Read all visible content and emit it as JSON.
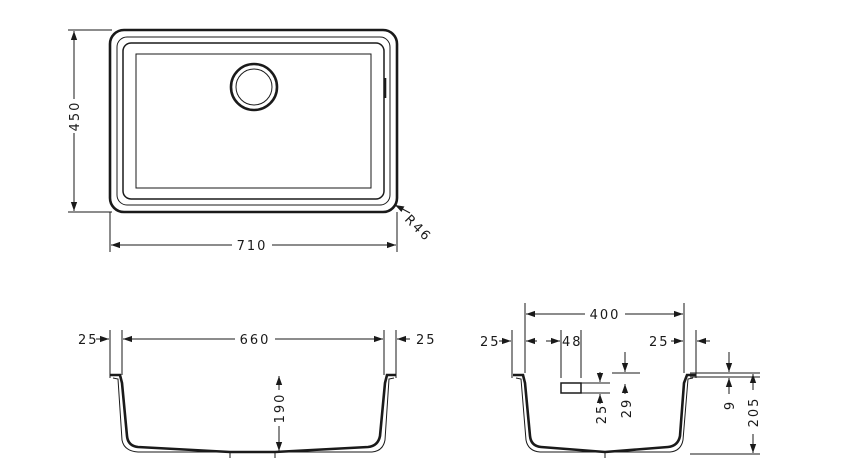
{
  "top_view": {
    "width_label": "710",
    "height_label": "450",
    "radius_label": "R46"
  },
  "front_view": {
    "left_margin_label": "25",
    "inner_width_label": "660",
    "right_margin_label": "25",
    "depth_label": "190"
  },
  "side_view": {
    "inner_width_label": "400",
    "left_margin_label": "25",
    "overflow_offset_label": "48",
    "right_margin_label": "25",
    "overflow_height_label": "25",
    "overflow_top_label": "29",
    "rim_label": "9",
    "total_depth_label": "205"
  }
}
